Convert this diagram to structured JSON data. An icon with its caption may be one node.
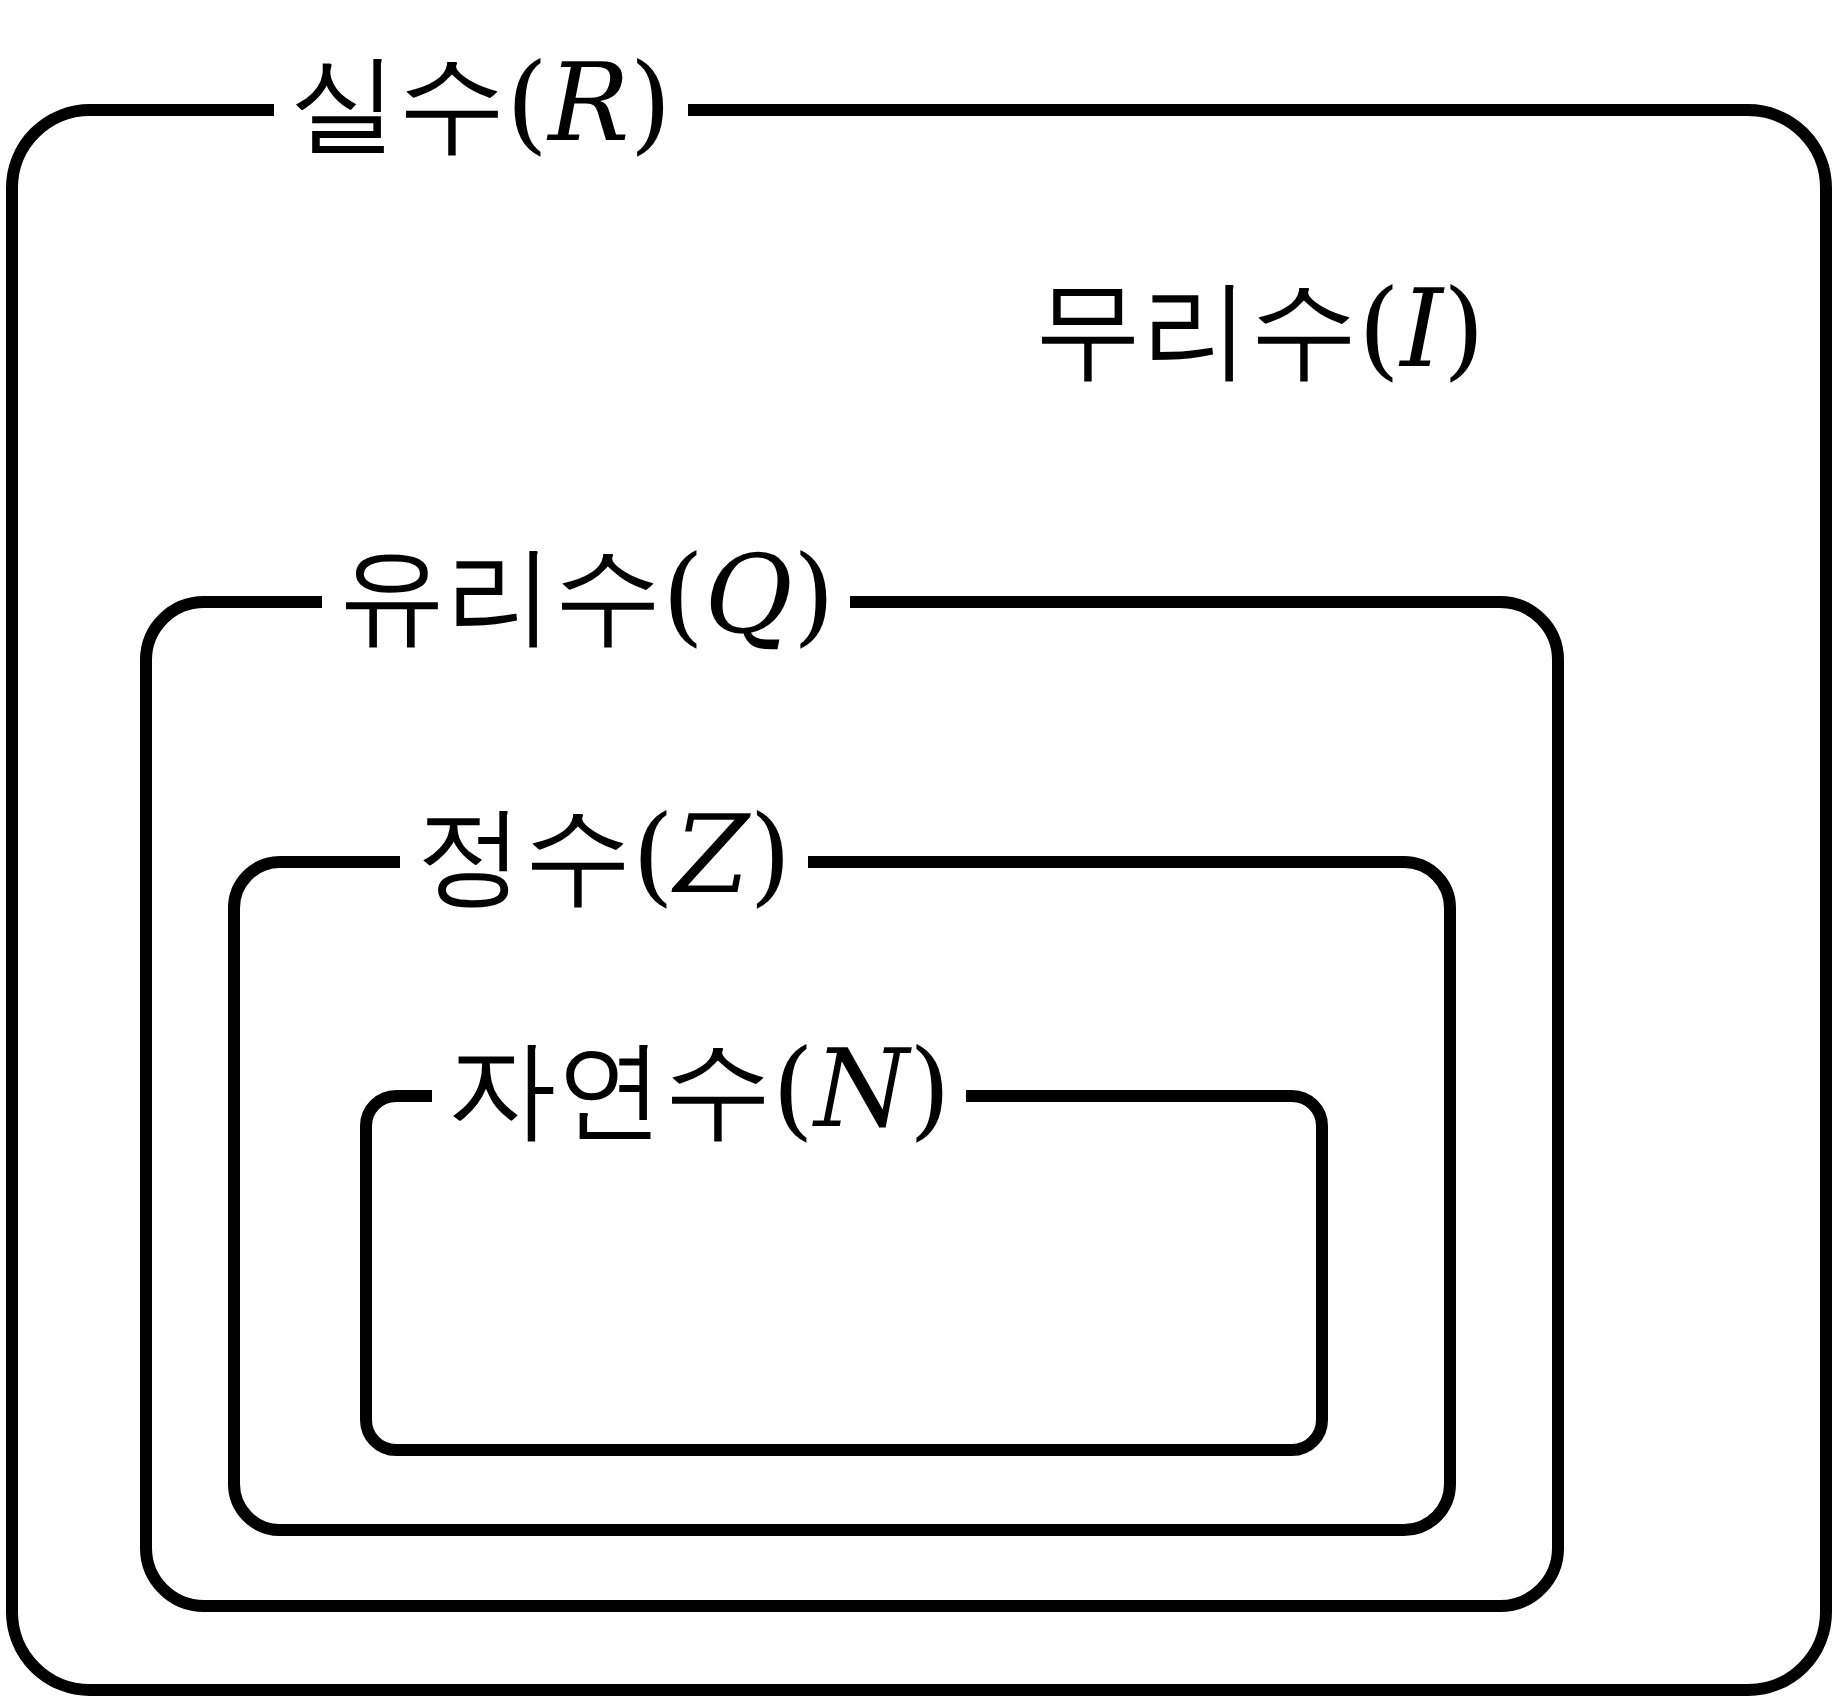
{
  "diagram": {
    "nodes": [
      {
        "text": [
          "실수(*R*)",
          "무리수(*I*)"
        ]
      },
      {
        "text": [
          "유리수(*Q*)"
        ],
        "in": 0
      },
      {
        "text": [
          "정수(*Z*)"
        ],
        "in": 1
      },
      {
        "text": [
          "자연수(*N*)"
        ],
        "in": 2
      }
    ]
  }
}
